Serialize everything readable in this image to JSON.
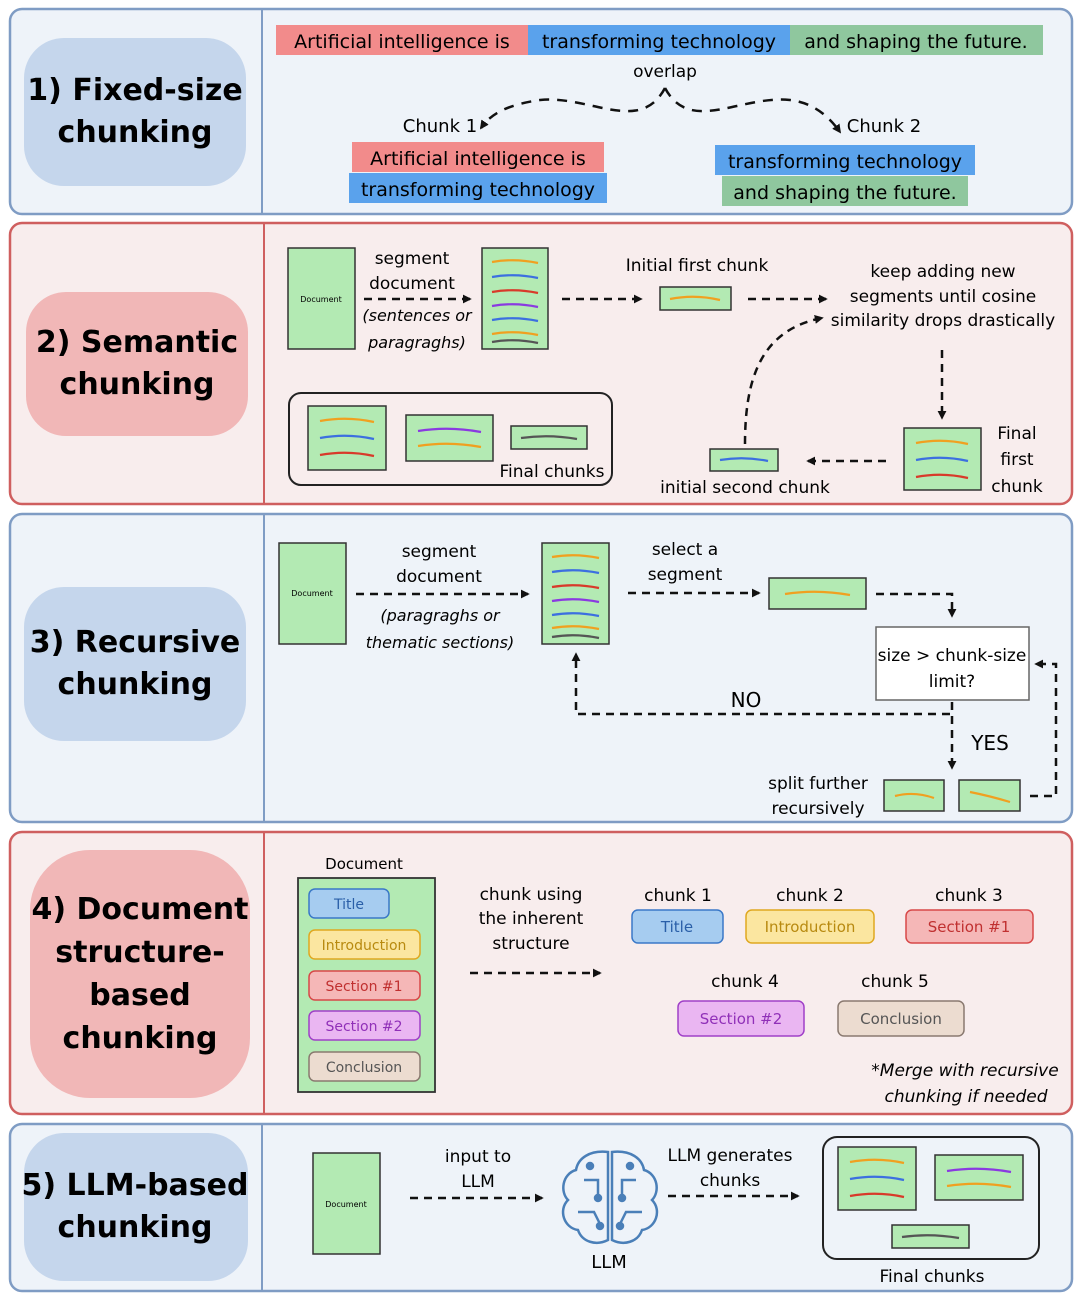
{
  "colors": {
    "panel_blue_bg": "#eef3f9",
    "panel_blue_border": "#7f9cc4",
    "panel_pink_bg": "#f8eded",
    "panel_pink_border": "#cf5f5f",
    "label_blue": "#c5d6ec",
    "label_pink": "#f1b7b7",
    "doc_green": "#b3eab3",
    "hl_red": "#f28b8b",
    "hl_blue": "#5aa2ec",
    "hl_green": "#8fc79e",
    "line_orange": "#f0a020",
    "line_blue": "#3c6fe0",
    "line_red": "#d83a2a",
    "line_purple": "#8a3ae0",
    "line_gray": "#555555"
  },
  "section1": {
    "label_line1": "1) Fixed-size",
    "label_line2": "chunking",
    "sentence_part1": "Artificial intelligence is",
    "sentence_part2": "transforming technology",
    "sentence_part3": "and shaping the future.",
    "overlap": "overlap",
    "chunk1_label": "Chunk 1",
    "chunk2_label": "Chunk 2",
    "chunk1_line1": "Artificial intelligence is",
    "chunk1_line2": "transforming technology",
    "chunk2_line1": "transforming technology",
    "chunk2_line2": "and shaping the future."
  },
  "section2": {
    "label_line1": "2) Semantic",
    "label_line2": "chunking",
    "doc_label": "Document",
    "segment_line1": "segment",
    "segment_line2": "document",
    "segment_paren1": "(sentences or",
    "segment_paren2": "paragraghs)",
    "initial_first_chunk": "Initial first chunk",
    "keep_line1": "keep adding new",
    "keep_line2": "segments until cosine",
    "keep_line3": "similarity drops drastically",
    "final_first_line1": "Final",
    "final_first_line2": "first",
    "final_first_line3": "chunk",
    "initial_second": "initial second chunk",
    "final_chunks": "Final chunks"
  },
  "section3": {
    "label_line1": "3) Recursive",
    "label_line2": "chunking",
    "doc_label": "Document",
    "segment_line1": "segment",
    "segment_line2": "document",
    "segment_paren1": "(paragraghs or",
    "segment_paren2": "thematic sections)",
    "select_line1": "select a",
    "select_line2": "segment",
    "decision_line1": "size > chunk-size",
    "decision_line2": "limit?",
    "no": "NO",
    "yes": "YES",
    "split_line1": "split further",
    "split_line2": "recursively"
  },
  "section4": {
    "label_line1": "4) Document",
    "label_line2": "structure-",
    "label_line3": "based",
    "label_line4": "chunking",
    "doc_title": "Document",
    "doc_items": [
      "Title",
      "Introduction",
      "Section #1",
      "Section #2",
      "Conclusion"
    ],
    "chunk_using_line1": "chunk using",
    "chunk_using_line2": "the inherent",
    "chunk_using_line3": "structure",
    "chunks": [
      {
        "label": "chunk 1",
        "item": "Title"
      },
      {
        "label": "chunk 2",
        "item": "Introduction"
      },
      {
        "label": "chunk 3",
        "item": "Section #1"
      },
      {
        "label": "chunk 4",
        "item": "Section #2"
      },
      {
        "label": "chunk 5",
        "item": "Conclusion"
      }
    ],
    "note_line1": "*Merge with recursive",
    "note_line2": "chunking if needed"
  },
  "section5": {
    "label_line1": "5) LLM-based",
    "label_line2": "chunking",
    "doc_label": "Document",
    "input_line1": "input to",
    "input_line2": "LLM",
    "llm_label": "LLM",
    "generates_line1": "LLM generates",
    "generates_line2": "chunks",
    "final_chunks": "Final chunks"
  }
}
